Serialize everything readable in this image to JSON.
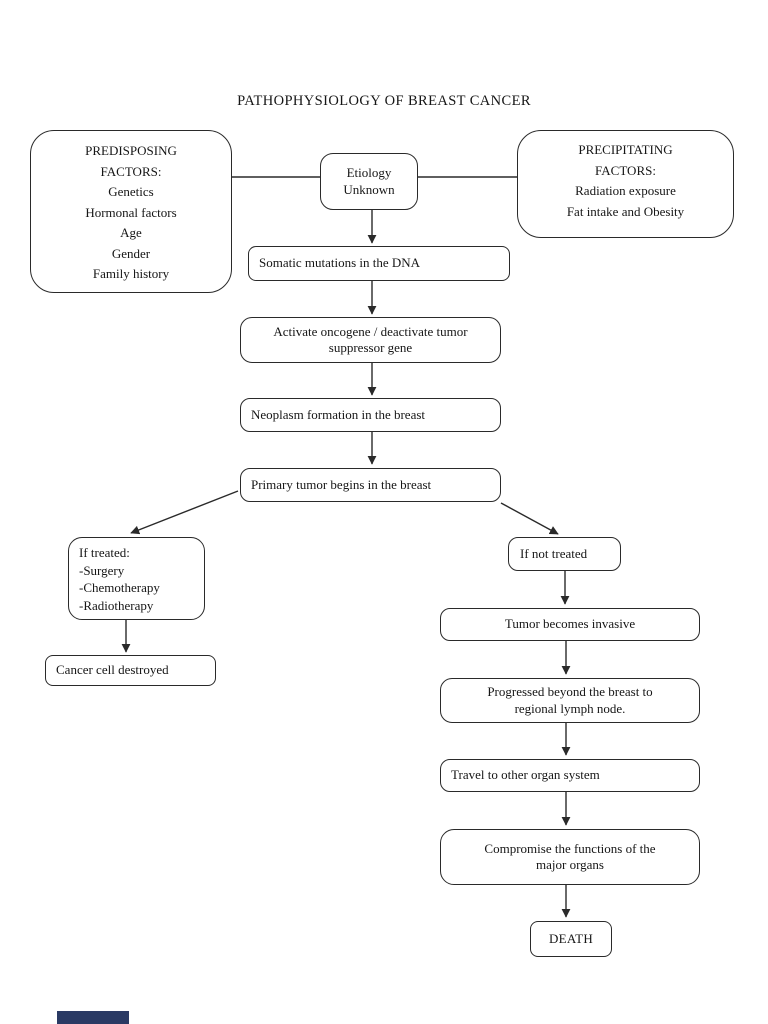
{
  "title": "PATHOPHYSIOLOGY OF BREAST CANCER",
  "nodes": {
    "predisposing": {
      "lines": [
        "PREDISPOSING",
        "FACTORS:",
        "Genetics",
        "Hormonal factors",
        "Age",
        "Gender",
        "Family history"
      ]
    },
    "etiology": {
      "lines": [
        "Etiology",
        "Unknown"
      ]
    },
    "precipitating": {
      "lines": [
        "PRECIPITATING",
        "FACTORS:",
        "Radiation exposure",
        "Fat intake and Obesity"
      ]
    },
    "somatic": {
      "label": "Somatic mutations in the DNA"
    },
    "activate": {
      "label": "Activate oncogene / deactivate tumor suppressor gene"
    },
    "neoplasm": {
      "label": "Neoplasm formation in the breast"
    },
    "primary": {
      "label": "Primary tumor begins in the breast"
    },
    "if_treated": {
      "lines": [
        "If treated:",
        "-Surgery",
        "-Chemotherapy",
        "-Radiotherapy"
      ]
    },
    "cancer_destroyed": {
      "label": "Cancer cell destroyed"
    },
    "if_not_treated": {
      "label": "If not treated"
    },
    "tumor_invasive": {
      "label": "Tumor becomes invasive"
    },
    "progressed": {
      "label": "Progressed beyond the breast to regional lymph node."
    },
    "travel": {
      "label": "Travel to other organ system"
    },
    "compromise": {
      "label": "Compromise the functions of the major organs"
    },
    "death": {
      "label": "DEATH"
    }
  },
  "colors": {
    "background": "#ffffff",
    "line": "#2a2a2a",
    "text": "#161616",
    "loading_bar": "#2a3a64"
  }
}
